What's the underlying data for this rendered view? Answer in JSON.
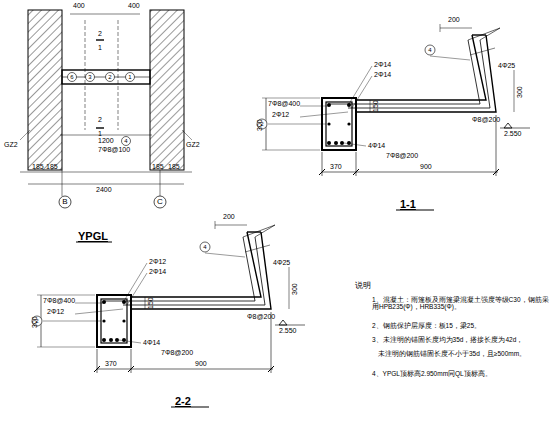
{
  "diagram": {
    "labels": [
      "400",
      "400",
      "2",
      "1",
      "2",
      "1",
      "GZ2",
      "GZ2",
      "1200",
      "4",
      "7Φ8@100",
      "185",
      "185",
      "185",
      "185",
      "2400",
      "B",
      "C",
      "YPGL",
      "6",
      "3",
      "2",
      "1",
      "200",
      "2Φ14",
      "2Φ14",
      "7Φ8@400",
      "2Φ12",
      "300",
      "150",
      "4Φ14",
      "7Φ8@200",
      "Φ8@200",
      "4Φ25",
      "300",
      "2.550",
      "370",
      "900",
      "1-1",
      "4",
      "2",
      "200",
      "2Φ12",
      "2Φ14",
      "7Φ8@400",
      "2Φ12",
      "300",
      "150",
      "4Φ14",
      "7Φ8@200",
      "Φ8@200",
      "4Φ25",
      "300",
      "2.550",
      "370",
      "900",
      "2-2",
      "4",
      "2",
      "说明",
      "1、混凝土：雨篷板及雨篷梁混凝土强度等级C30，钢筋采用HPB235(Φ)，HRB335(Φ)。",
      "2、钢筋保护层厚度：板15，梁25。",
      "3、未注明的锚固长度均为35d，搭接长度为42d，",
      "未注明的钢筋锚固长度不小于35d，且≥500mm。",
      "4、YPGL顶标高2.950mm同QL顶标高。"
    ]
  }
}
